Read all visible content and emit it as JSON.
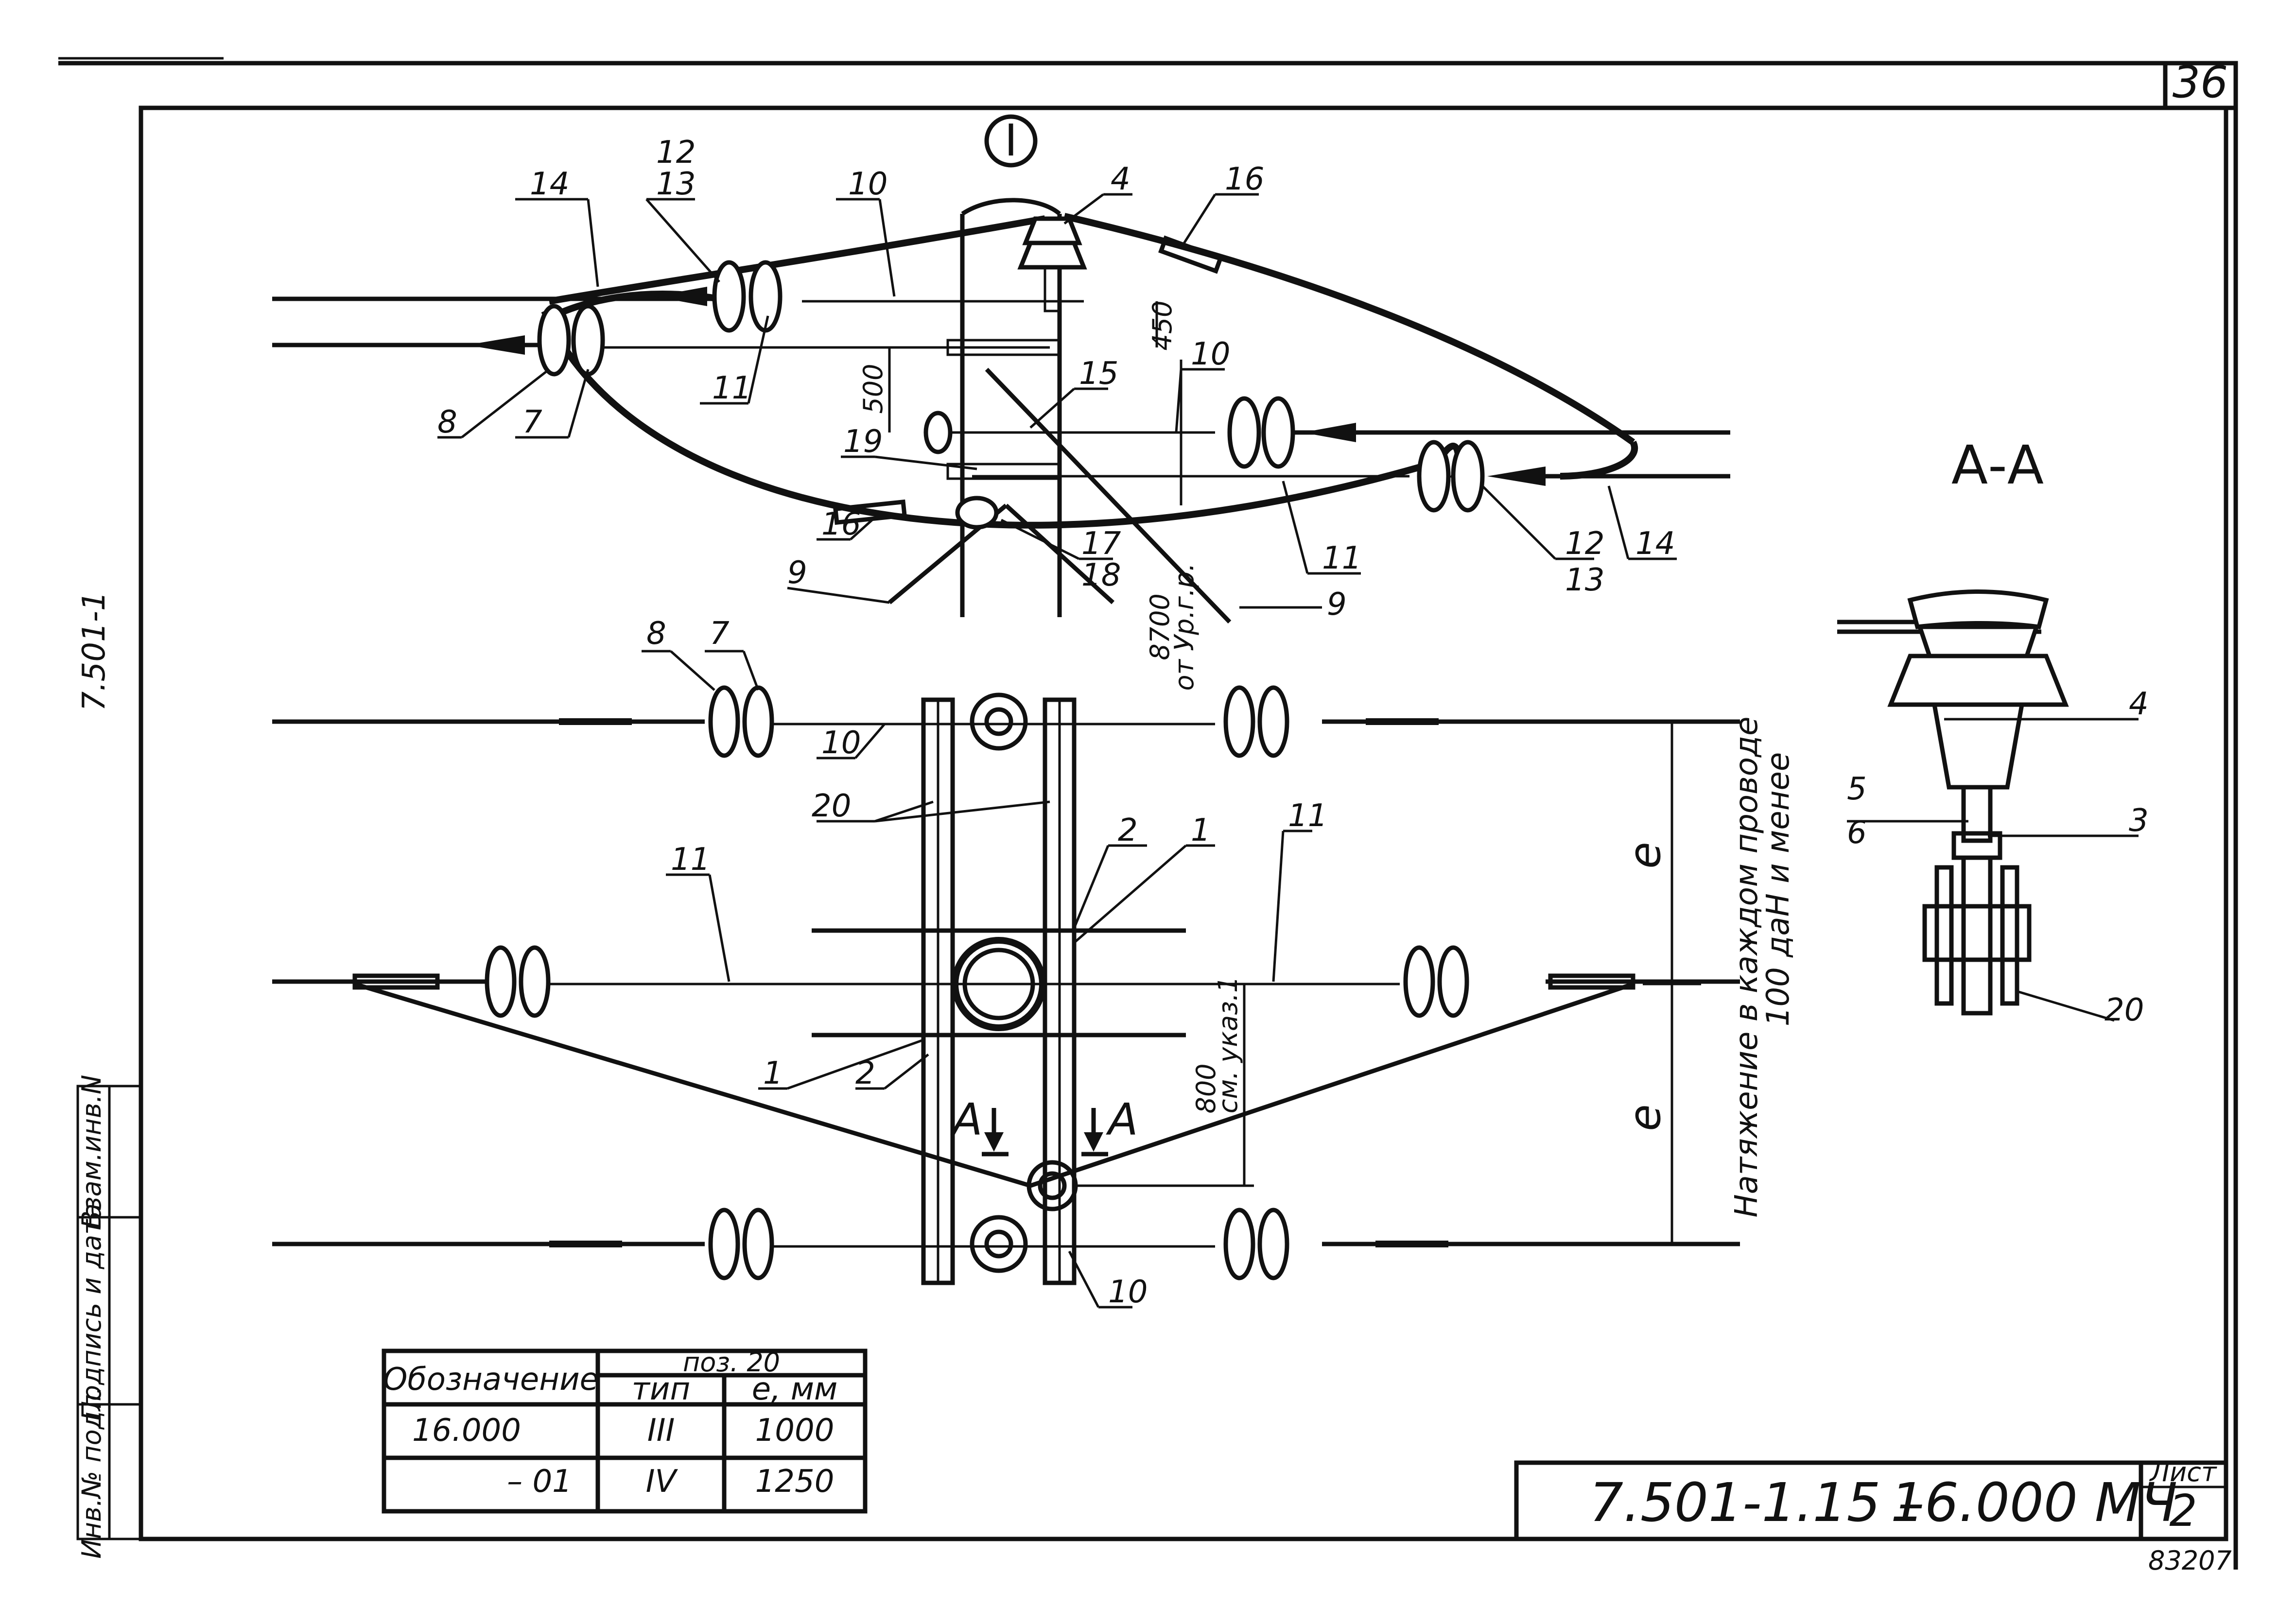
{
  "sheet": {
    "number": "36",
    "side_code": "7.501-1",
    "doc_code": "7.501-1.15 –",
    "doc_variant": "16.000 МЧ",
    "sheet_label": "Лист",
    "sheet_no": "2",
    "corner_note": "83207"
  },
  "side_stamp": {
    "c1": "Инв.№ подл.",
    "c2": "Подпись и дата",
    "c3": "Взам.инв.N"
  },
  "top_view": {
    "node_mark": "I",
    "dim_450": "450",
    "dim_500": "500",
    "dim_8700": "8700",
    "dim_8700_note": "от Ур.г.р.",
    "labels": {
      "p14a": "14",
      "p12a": "12",
      "p13a": "13",
      "p10a": "10",
      "p4": "4",
      "p16a": "16",
      "p11a": "11",
      "p8a": "8",
      "p7a": "7",
      "p15": "15",
      "p19": "19",
      "p10b": "10",
      "p16b": "16",
      "p17": "17",
      "p18": "18",
      "p9a": "9",
      "p9b": "9",
      "p11b": "11",
      "p12b": "12",
      "p13b": "13",
      "p14b": "14"
    }
  },
  "plan_view": {
    "labels": {
      "p8": "8",
      "p7": "7",
      "p10a": "10",
      "p20": "20",
      "p2a": "2",
      "p1a": "1",
      "p11a": "11",
      "p11b": "11",
      "p1b": "1",
      "p2b": "2",
      "p10b": "10"
    },
    "dim_e_top": "e",
    "dim_e_bottom": "e",
    "dim_800": "800",
    "dim_800_note": "см. указ.1",
    "section_mark_a": "А",
    "section_mark_b": "А",
    "tension_line1": "Натяжение в каждом проводе",
    "tension_line2": "100 даН и менее"
  },
  "section_aa": {
    "title": "А-А",
    "labels": {
      "p4": "4",
      "p5": "5",
      "p6": "6",
      "p3": "3",
      "p20": "20"
    }
  },
  "table": {
    "head_designation": "Обозначение",
    "head_group": "поз. 20",
    "head_type": "тип",
    "head_e": "е, мм",
    "rows": [
      {
        "designation": "16.000",
        "type": "III",
        "e": "1000"
      },
      {
        "designation": "– 01",
        "type": "IV",
        "e": "1250"
      }
    ]
  }
}
